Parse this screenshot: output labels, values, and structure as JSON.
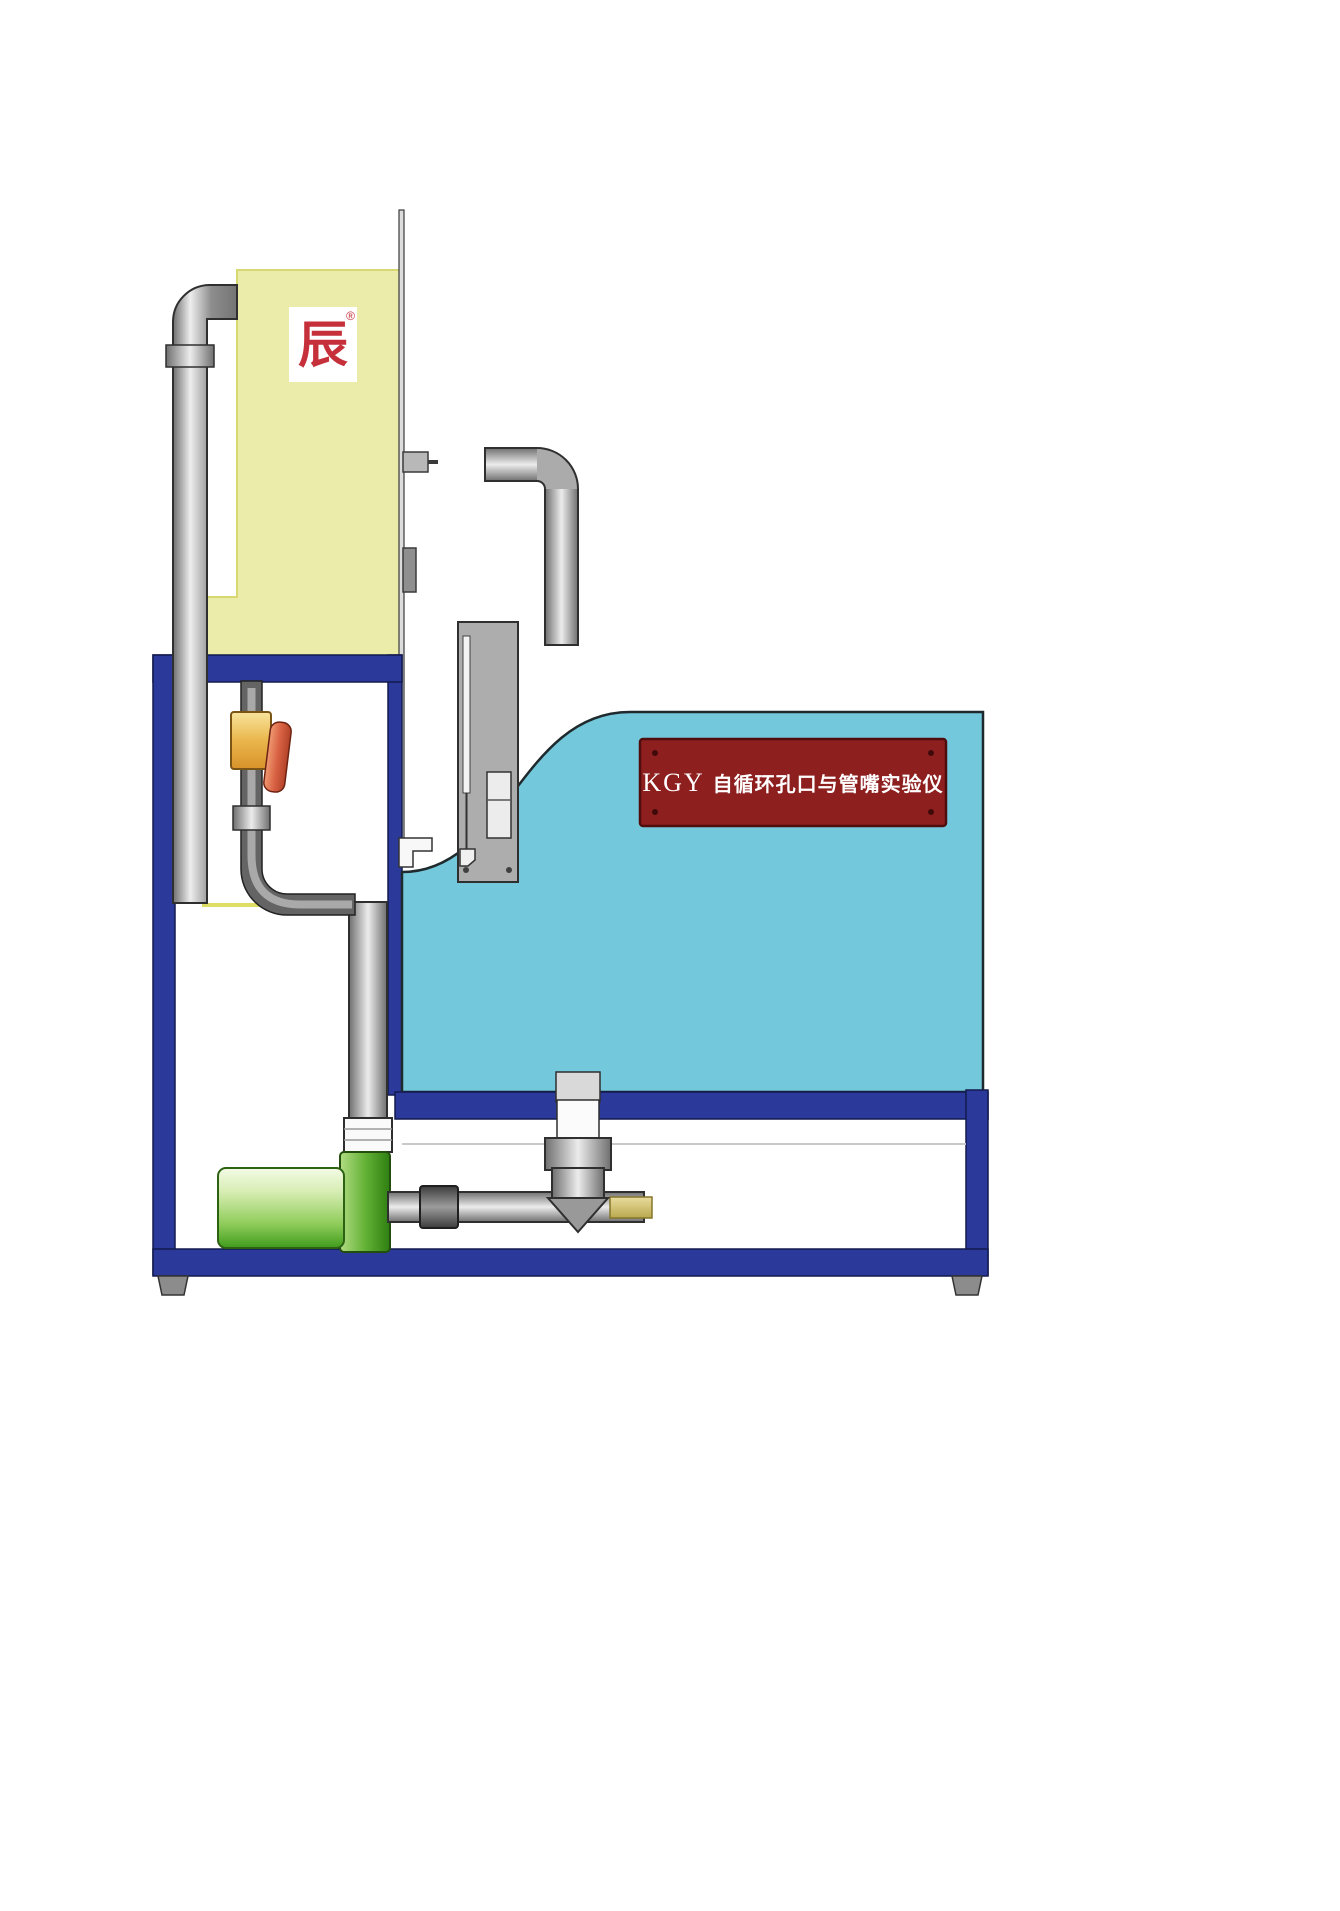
{
  "nameplate": {
    "prefix": "KGY",
    "title": "自循环孔口与管嘴实验仪",
    "plate_color": "#8e1f1f",
    "text_color": "#ffffff"
  },
  "logo": {
    "glyph": "辰",
    "registered_mark": "®",
    "color": "#c5303a"
  },
  "colors": {
    "frame_blue": "#2b3a9a",
    "upper_tank_yellow": "#ebecaa",
    "water_tank_cyan": "#74c8db",
    "pump_green": "#3f9c1c",
    "valve_body_orange": "#eab64c",
    "valve_handle_red": "#d96244",
    "pipe_gray": "#ececec"
  }
}
